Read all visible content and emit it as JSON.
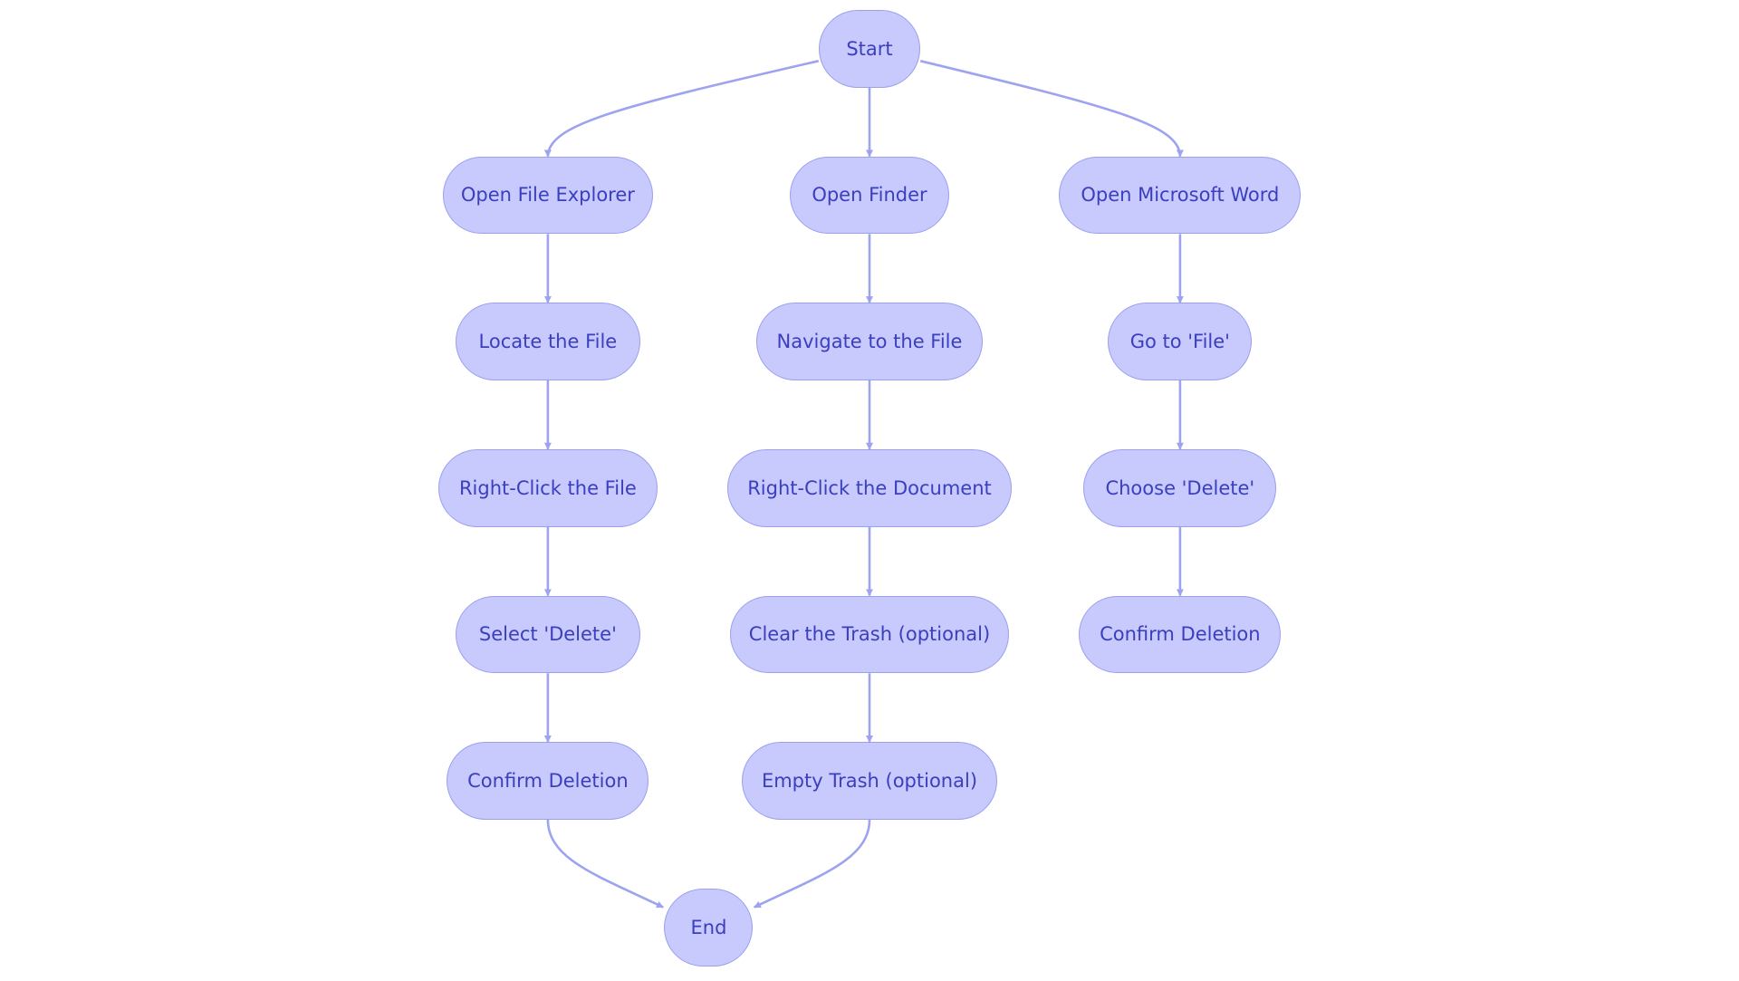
{
  "colors": {
    "node_fill": "#c8c9fd",
    "node_border": "#9aa0ee",
    "node_text": "#3a3fbe",
    "edge": "#9ea3ef",
    "background": "#ffffff"
  },
  "nodes": {
    "start": "Start",
    "open_file_explorer": "Open File Explorer",
    "open_finder": "Open Finder",
    "open_word": "Open Microsoft Word",
    "locate_file": "Locate the File",
    "navigate_file": "Navigate to the File",
    "go_to_file": "Go to 'File'",
    "right_click_file": "Right-Click the File",
    "right_click_document": "Right-Click the Document",
    "choose_delete": "Choose 'Delete'",
    "select_delete": "Select 'Delete'",
    "clear_trash": "Clear the Trash (optional)",
    "confirm_deletion_word": "Confirm Deletion",
    "confirm_deletion_explorer": "Confirm Deletion",
    "empty_trash": "Empty Trash (optional)",
    "end": "End"
  },
  "edges": [
    [
      "start",
      "open_file_explorer"
    ],
    [
      "start",
      "open_finder"
    ],
    [
      "start",
      "open_word"
    ],
    [
      "open_file_explorer",
      "locate_file"
    ],
    [
      "locate_file",
      "right_click_file"
    ],
    [
      "right_click_file",
      "select_delete"
    ],
    [
      "select_delete",
      "confirm_deletion_explorer"
    ],
    [
      "confirm_deletion_explorer",
      "end"
    ],
    [
      "open_finder",
      "navigate_file"
    ],
    [
      "navigate_file",
      "right_click_document"
    ],
    [
      "right_click_document",
      "clear_trash"
    ],
    [
      "clear_trash",
      "empty_trash"
    ],
    [
      "empty_trash",
      "end"
    ],
    [
      "open_word",
      "go_to_file"
    ],
    [
      "go_to_file",
      "choose_delete"
    ],
    [
      "choose_delete",
      "confirm_deletion_word"
    ]
  ]
}
